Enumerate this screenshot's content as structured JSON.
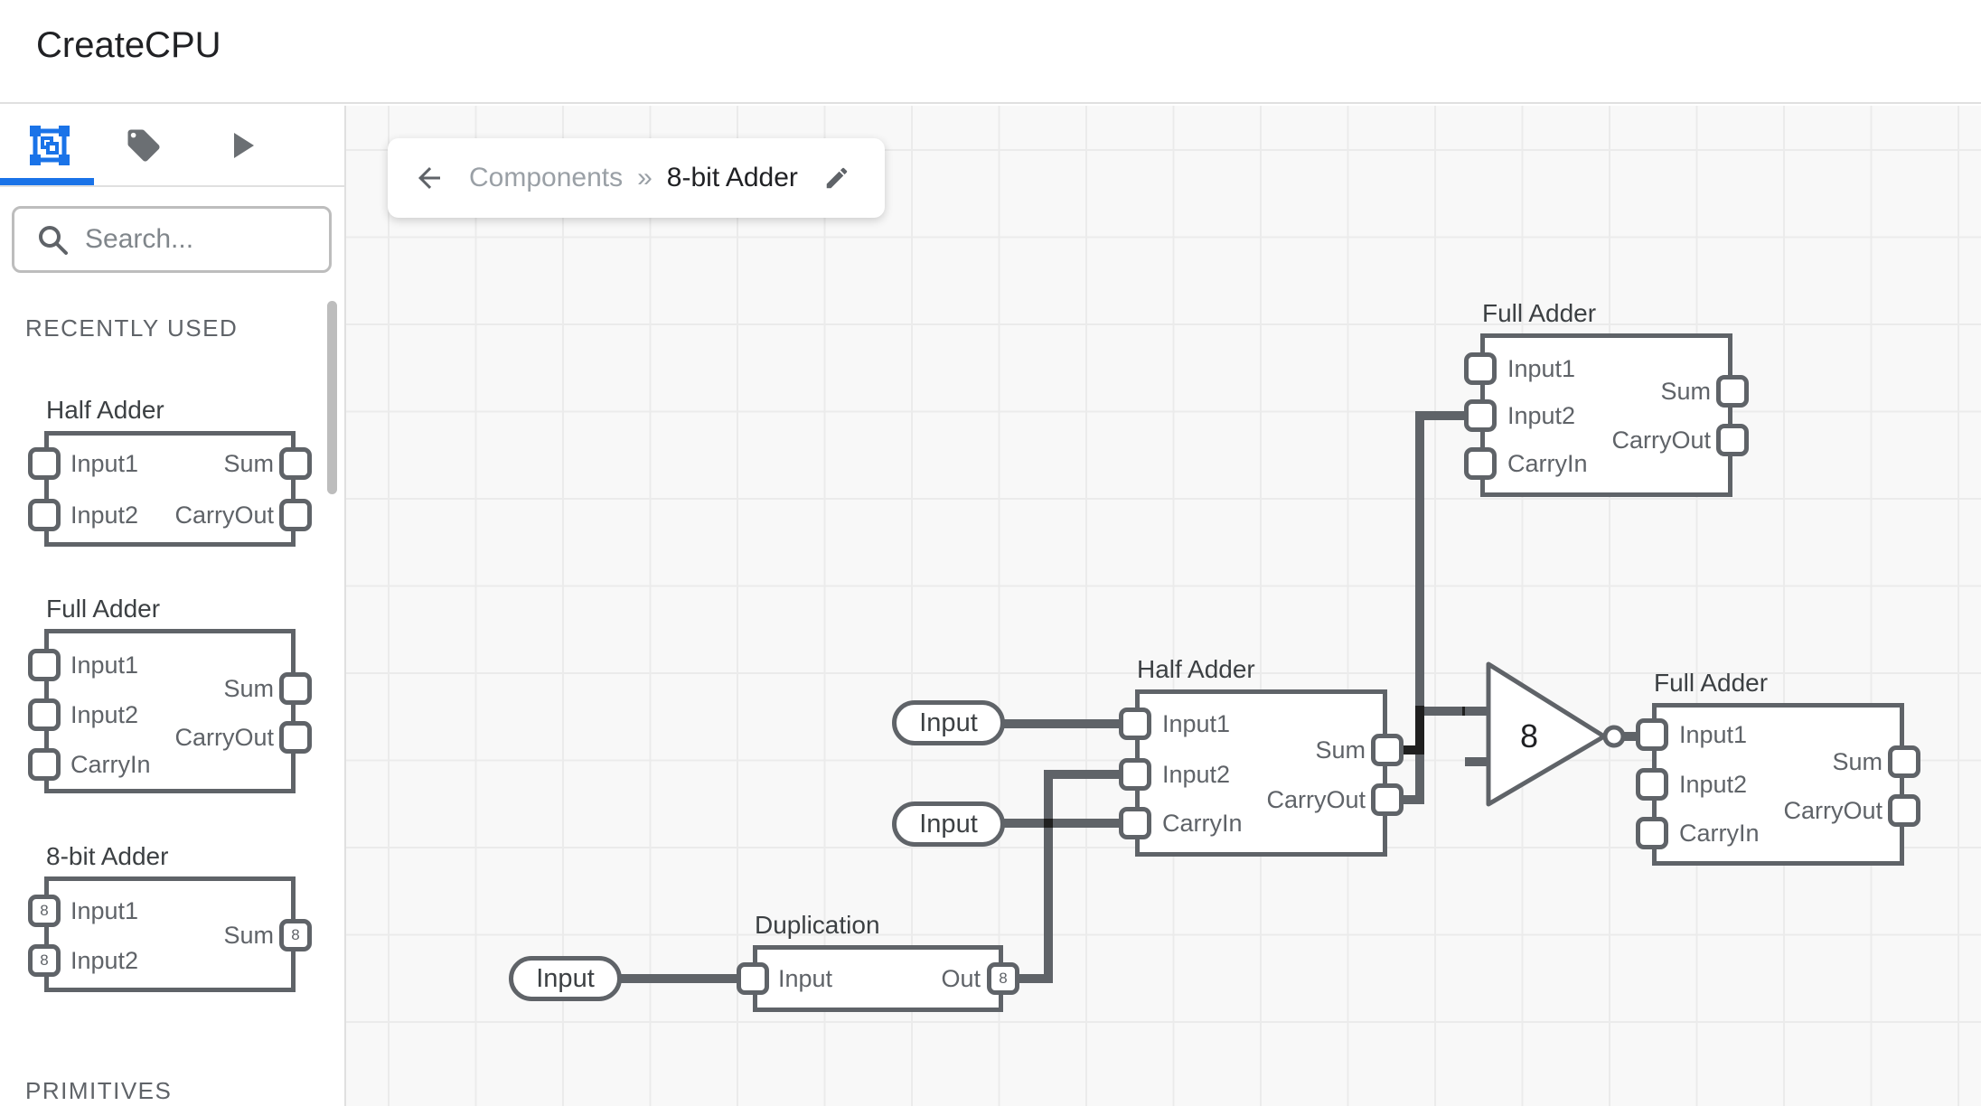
{
  "app": {
    "title": "CreateCPU"
  },
  "sidebar": {
    "tabs": [
      {
        "label": "components",
        "active": true
      },
      {
        "label": "tags",
        "active": false
      },
      {
        "label": "run",
        "active": false
      }
    ],
    "search": {
      "placeholder": "Search..."
    },
    "sections": [
      {
        "label": "RECENTLY USED"
      },
      {
        "label": "PRIMITIVES"
      }
    ],
    "items": [
      {
        "title": "Half Adder",
        "left": [
          {
            "label": "Input1"
          },
          {
            "label": "Input2"
          }
        ],
        "right": [
          {
            "label": "Sum"
          },
          {
            "label": "CarryOut"
          }
        ]
      },
      {
        "title": "Full Adder",
        "left": [
          {
            "label": "Input1"
          },
          {
            "label": "Input2"
          },
          {
            "label": "CarryIn"
          }
        ],
        "right": [
          {
            "label": "Sum"
          },
          {
            "label": "CarryOut"
          }
        ]
      },
      {
        "title": "8-bit Adder",
        "left": [
          {
            "label": "Input1",
            "badge": "8"
          },
          {
            "label": "Input2",
            "badge": "8"
          }
        ],
        "right": [
          {
            "label": "Sum",
            "badge": "8"
          }
        ]
      }
    ]
  },
  "breadcrumb": {
    "path": "Components",
    "separator": "»",
    "current": "8-bit Adder"
  },
  "canvas": {
    "nodes": {
      "full_adder_top": {
        "title": "Full Adder",
        "left": [
          "Input1",
          "Input2",
          "CarryIn"
        ],
        "right": [
          "Sum",
          "CarryOut"
        ]
      },
      "half_adder": {
        "title": "Half Adder",
        "left": [
          "Input1",
          "Input2",
          "CarryIn"
        ],
        "right": [
          "Sum",
          "CarryOut"
        ]
      },
      "full_adder_right": {
        "title": "Full Adder",
        "left": [
          "Input1",
          "Input2",
          "CarryIn"
        ],
        "right": [
          "Sum",
          "CarryOut"
        ]
      },
      "duplication": {
        "title": "Duplication",
        "left": [
          "Input"
        ],
        "right": [
          {
            "label": "Out",
            "badge": "8"
          }
        ]
      },
      "bus_gate": {
        "label": "8"
      }
    },
    "inputs": [
      {
        "label": "Input"
      },
      {
        "label": "Input"
      },
      {
        "label": "Input"
      }
    ]
  },
  "colors": {
    "accent": "#1a73e8",
    "wire": "#5f6368",
    "wire_overlap": "#1f1f1f",
    "component_border": "#5f6368"
  }
}
